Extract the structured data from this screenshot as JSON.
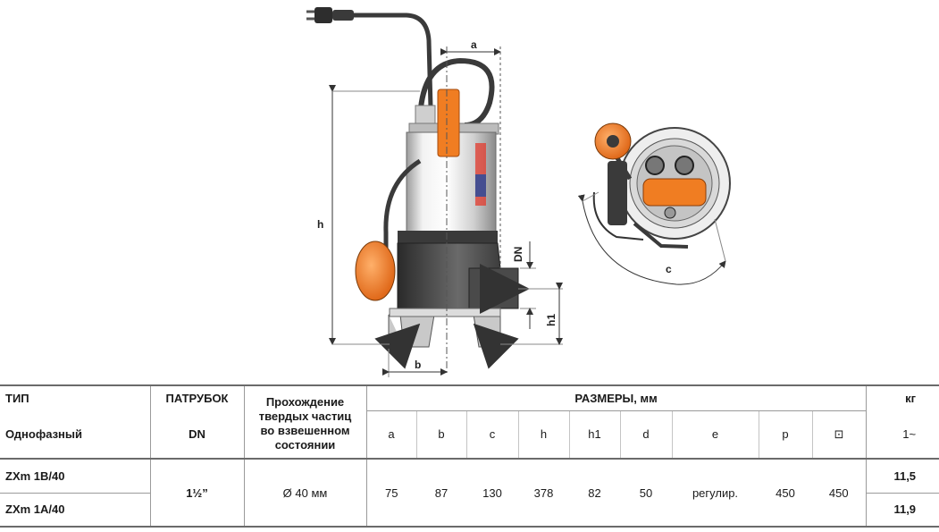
{
  "dimension_labels": {
    "a": "a",
    "h": "h",
    "DN": "DN",
    "h1": "h1",
    "b": "b",
    "c": "c"
  },
  "colors": {
    "orange": "#f07d22",
    "dark": "#3a3a3a",
    "steel": "#e2e2e2"
  },
  "table": {
    "headers": {
      "type": "ТИП",
      "single_phase": "Однофазный",
      "outlet": "ПАТРУБОК",
      "outlet_sub": "DN",
      "solids_line1": "Прохождение",
      "solids_line2": "твердых частиц",
      "solids_line3": "во взвешенном",
      "solids_line4": "состоянии",
      "dimensions": "РАЗМЕРЫ, мм",
      "weight": "кг",
      "weight_sub": "1~"
    },
    "dim_columns": [
      "a",
      "b",
      "c",
      "h",
      "h1",
      "d",
      "e",
      "p",
      "⊡"
    ],
    "rows": [
      {
        "model": "ZXm 1B/40",
        "weight": "11,5"
      },
      {
        "model": "ZXm 1A/40",
        "weight": "11,9"
      }
    ],
    "shared": {
      "outlet": "1½”",
      "solids": "Ø 40 мм",
      "dims": [
        "75",
        "87",
        "130",
        "378",
        "82",
        "50",
        "регулир.",
        "450",
        "450"
      ]
    }
  }
}
